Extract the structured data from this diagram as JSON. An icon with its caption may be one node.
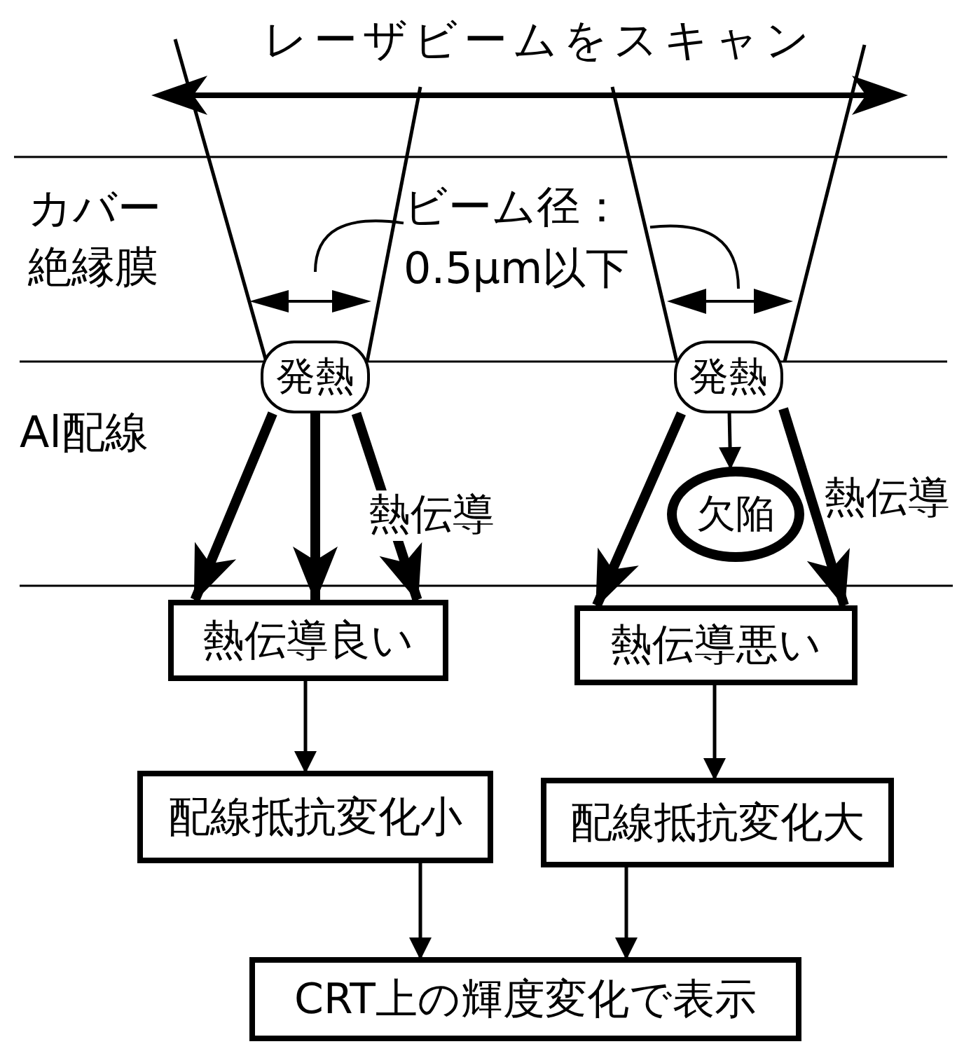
{
  "diagram": {
    "nodes": [
      {
        "text": [
          "発熱"
        ]
      },
      {
        "text": [
          "発熱"
        ]
      },
      {
        "text": [
          "欠陥"
        ]
      },
      {
        "text": [
          "熱伝導良い"
        ]
      },
      {
        "text": [
          "熱伝導悪い"
        ]
      },
      {
        "text": [
          "配線抵抗変化小"
        ]
      },
      {
        "text": [
          "配線抵抗変化大"
        ]
      },
      {
        "text": [
          "CRT上の輝度変化で表示"
        ]
      },
      {
        "text": [
          "ビーム径：0.5μm以下"
        ]
      }
    ],
    "edges": [
      {
        "from": 0,
        "to": 3,
        "arrow": "to",
        "style": "thick"
      },
      {
        "from": 0,
        "to": 3,
        "arrow": "to",
        "style": "thick"
      },
      {
        "from": 0,
        "to": 3,
        "arrow": "to",
        "style": "thick",
        "label": "熱伝導"
      },
      {
        "from": 1,
        "to": 4,
        "arrow": "to",
        "style": "thick"
      },
      {
        "from": 1,
        "to": 2,
        "arrow": "to"
      },
      {
        "from": 1,
        "to": 4,
        "arrow": "to",
        "style": "thick",
        "label": "熱伝導"
      },
      {
        "from": 3,
        "to": 5,
        "arrow": "to"
      },
      {
        "from": 4,
        "to": 6,
        "arrow": "to"
      },
      {
        "from": 5,
        "to": 7,
        "arrow": "to"
      },
      {
        "from": 6,
        "to": 7,
        "arrow": "to"
      },
      {
        "from": 8,
        "to": null,
        "arrow": "none"
      },
      {
        "from": 8,
        "to": null,
        "arrow": "none"
      }
    ],
    "labels": [
      "レーザビームをスキャン",
      "カバー絶縁膜",
      "Al配線"
    ]
  }
}
